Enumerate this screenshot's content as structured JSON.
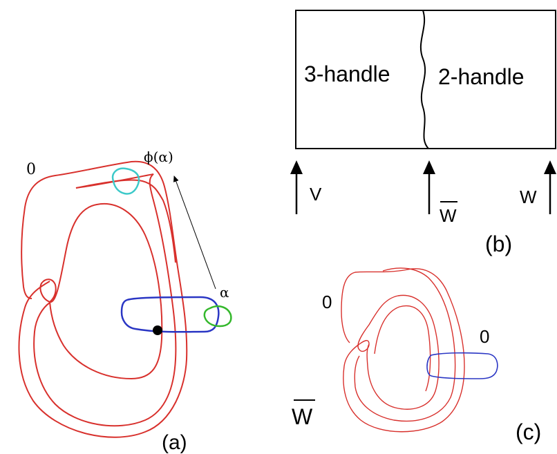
{
  "colors": {
    "knot": "#d8302c",
    "blue": "#2a36c4",
    "green": "#34b82c",
    "cyan": "#3cc9c9",
    "ink": "#000000",
    "thin_red": "#d8302c",
    "thin_blue": "#2a36c4"
  },
  "panel_a": {
    "framing_label": "0",
    "alpha_label": "α",
    "phi_alpha_label": "ϕ(α)",
    "caption": "(a)"
  },
  "panel_b": {
    "left_label": "3-handle",
    "right_label": "2-handle",
    "arrow_v_label": "V",
    "arrow_wbar_label": "W",
    "arrow_w_label": "W",
    "caption": "(b)"
  },
  "panel_c": {
    "knot_framing": "0",
    "circle_framing": "0",
    "manifold_label": "W",
    "caption": "(c)"
  }
}
